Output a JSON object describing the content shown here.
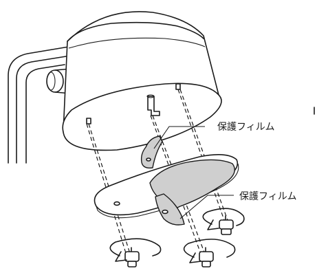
{
  "labels": {
    "film_upper": "保護フィルム",
    "film_lower": "保護フィルム"
  },
  "icons": [
    "lamp-shade",
    "protective-film",
    "mounting-plate",
    "thumb-screw",
    "rotation-arrow"
  ],
  "colors": {
    "line": "#1a1a1a",
    "film_fill": "#cfcfcf",
    "background": "#ffffff"
  }
}
